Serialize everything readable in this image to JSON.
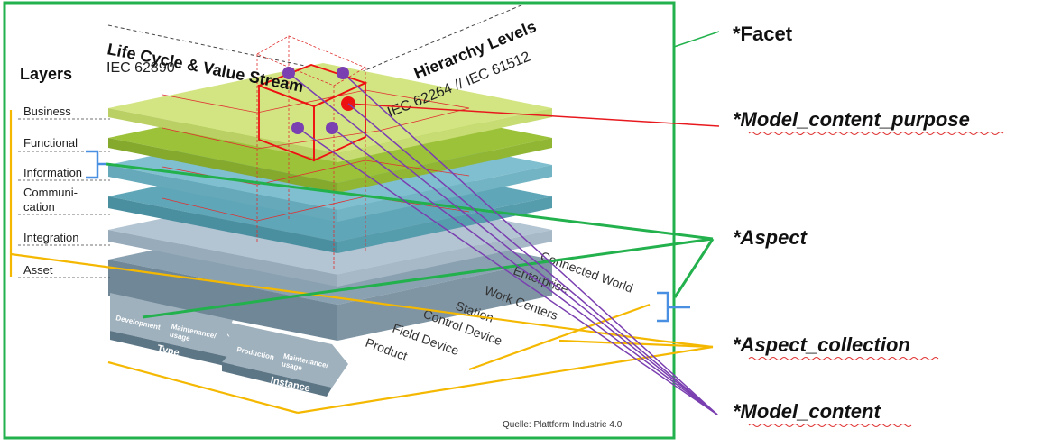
{
  "diagram": {
    "layers_title": "Layers",
    "layers": [
      "Business",
      "Functional",
      "Information",
      "Communi-",
      "cation",
      "Integration",
      "Asset"
    ],
    "lifecycle_title": "Life Cycle & Value Stream",
    "lifecycle_standard": "IEC 62890",
    "hierarchy_title": "Hierarchy Levels",
    "hierarchy_standard": "IEC 62264 // IEC 61512",
    "hierarchy_levels": [
      "Connected World",
      "Enterprise",
      "Work Centers",
      "Station",
      "Control Device",
      "Field Device",
      "Product"
    ],
    "type_arrow": {
      "development": "Development",
      "maintenance_1": "Maintenance/",
      "maintenance_2": "usage",
      "label": "Type"
    },
    "instance_arrow": {
      "production": "Production",
      "maintenance_1": "Maintenance/",
      "maintenance_2": "usage",
      "label": "Instance"
    },
    "source": "Quelle: Plattform Industrie 4.0"
  },
  "callouts": {
    "facet": "*Facet",
    "model_content_purpose": "*Model_content_purpose",
    "aspect": "*Aspect",
    "aspect_collection": "*Aspect_collection",
    "model_content": "*Model_content"
  },
  "colors": {
    "frame": "#22b14c",
    "aspect_line": "#22b14c",
    "collection_line": "#f5b800",
    "purpose_line": "#e8191e",
    "content_line": "#7a3fb0",
    "bracket": "#4a90e2",
    "dot_purple": "#7a3fb0",
    "dot_red": "#ee1111"
  }
}
